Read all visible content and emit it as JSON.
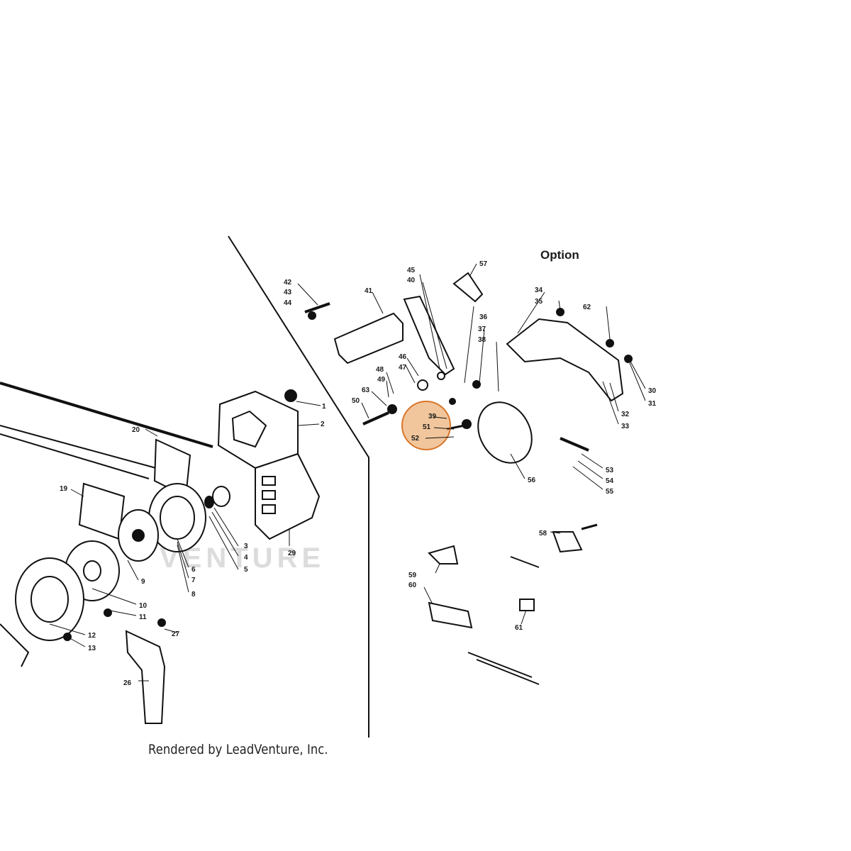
{
  "diagram": {
    "option_heading": "Option",
    "credit": "Rendered by LeadVenture, Inc.",
    "watermark": "VENTURE",
    "highlight_color": "#e07b1f",
    "callouts": [
      "1",
      "2",
      "3",
      "4",
      "5",
      "6",
      "7",
      "8",
      "9",
      "10",
      "11",
      "12",
      "13",
      "19",
      "20",
      "26",
      "27",
      "29",
      "30",
      "31",
      "32",
      "33",
      "34",
      "35",
      "36",
      "37",
      "38",
      "39",
      "40",
      "41",
      "42",
      "43",
      "44",
      "45",
      "46",
      "47",
      "48",
      "49",
      "50",
      "51",
      "52",
      "53",
      "54",
      "55",
      "56",
      "57",
      "58",
      "59",
      "60",
      "61",
      "62",
      "63"
    ]
  }
}
